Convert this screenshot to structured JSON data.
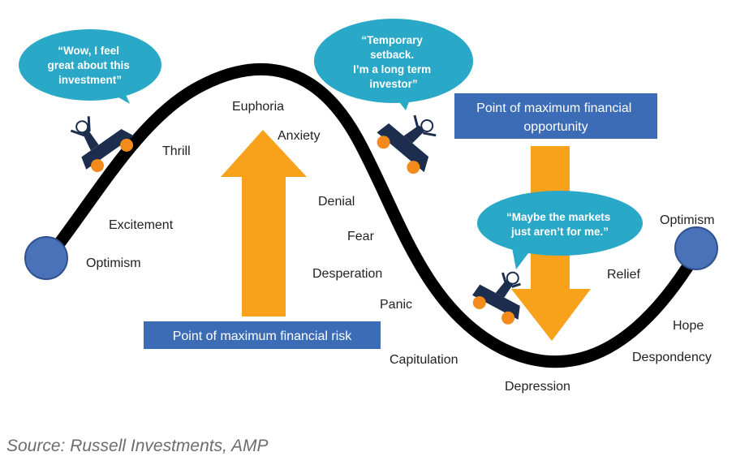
{
  "colors": {
    "curve": "#000000",
    "endpoint": "#4a72b8",
    "arrow": "#f7a21a",
    "box": "#3b6cb5",
    "bubble": "#2aa8c7",
    "car": "#1d2d4d",
    "wheel": "#f28a1c"
  },
  "emotions": {
    "optimism_start": "Optimism",
    "excitement": "Excitement",
    "thrill": "Thrill",
    "euphoria": "Euphoria",
    "anxiety": "Anxiety",
    "denial": "Denial",
    "fear": "Fear",
    "desperation": "Desperation",
    "panic": "Panic",
    "capitulation": "Capitulation",
    "depression": "Depression",
    "despondency": "Despondency",
    "hope": "Hope",
    "relief": "Relief",
    "optimism_end": "Optimism"
  },
  "bubbles": {
    "wow": [
      "“Wow, I feel",
      "great about this",
      "investment”"
    ],
    "temporary": [
      "“Temporary",
      "setback.",
      "I’m a long term",
      "investor”"
    ],
    "maybe": [
      "“Maybe the markets",
      "just aren’t for me.”"
    ]
  },
  "boxes": {
    "risk": "Point of maximum financial risk",
    "opportunity": [
      "Point of maximum financial",
      "opportunity"
    ]
  },
  "icons": {
    "car": "rollercoaster-car-icon",
    "arrow_up": "arrow-up-icon",
    "arrow_down": "arrow-down-icon"
  },
  "source": "Source: Russell Investments, AMP"
}
